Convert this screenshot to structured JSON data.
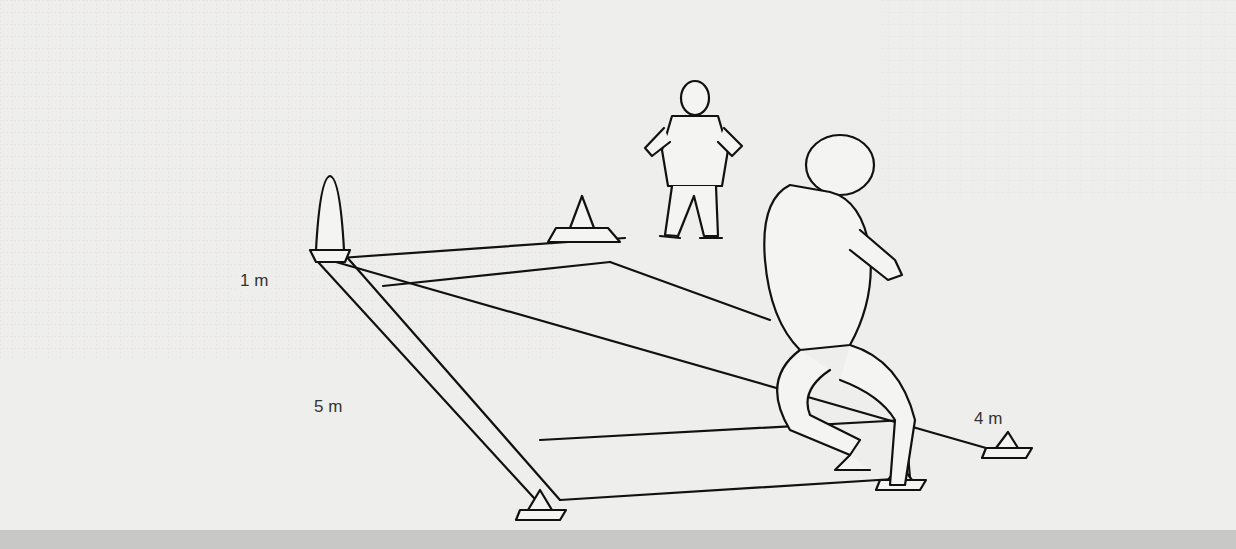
{
  "diagram": {
    "labels": [
      "1 m",
      "5 m",
      "4 m"
    ]
  }
}
